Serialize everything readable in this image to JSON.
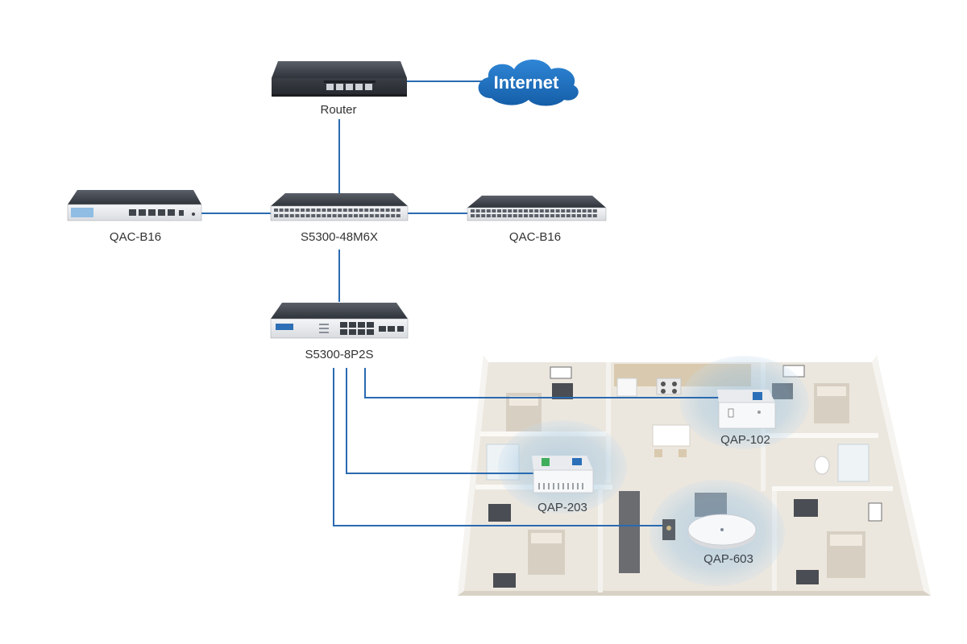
{
  "diagram": {
    "nodes": {
      "router": {
        "label": "Router"
      },
      "internet": {
        "label": "Internet"
      },
      "core_switch": {
        "label": "S5300-48M6X"
      },
      "controller_left": {
        "label": "QAC-B16"
      },
      "controller_right": {
        "label": "QAC-B16"
      },
      "access_switch": {
        "label": "S5300-8P2S"
      },
      "ap_102": {
        "label": "QAP-102"
      },
      "ap_203": {
        "label": "QAP-203"
      },
      "ap_603": {
        "label": "QAP-603"
      }
    },
    "links": [
      {
        "from": "router",
        "to": "internet"
      },
      {
        "from": "router",
        "to": "core_switch"
      },
      {
        "from": "core_switch",
        "to": "controller_left"
      },
      {
        "from": "core_switch",
        "to": "controller_right"
      },
      {
        "from": "core_switch",
        "to": "access_switch"
      },
      {
        "from": "access_switch",
        "to": "ap_102"
      },
      {
        "from": "access_switch",
        "to": "ap_203"
      },
      {
        "from": "access_switch",
        "to": "ap_603"
      }
    ],
    "colors": {
      "link": "#2a6ab0",
      "cloud": "#1d6fc0",
      "device_body": "#3c4048",
      "coverage": "#a9cbe4",
      "floor": "#ece7de"
    }
  }
}
